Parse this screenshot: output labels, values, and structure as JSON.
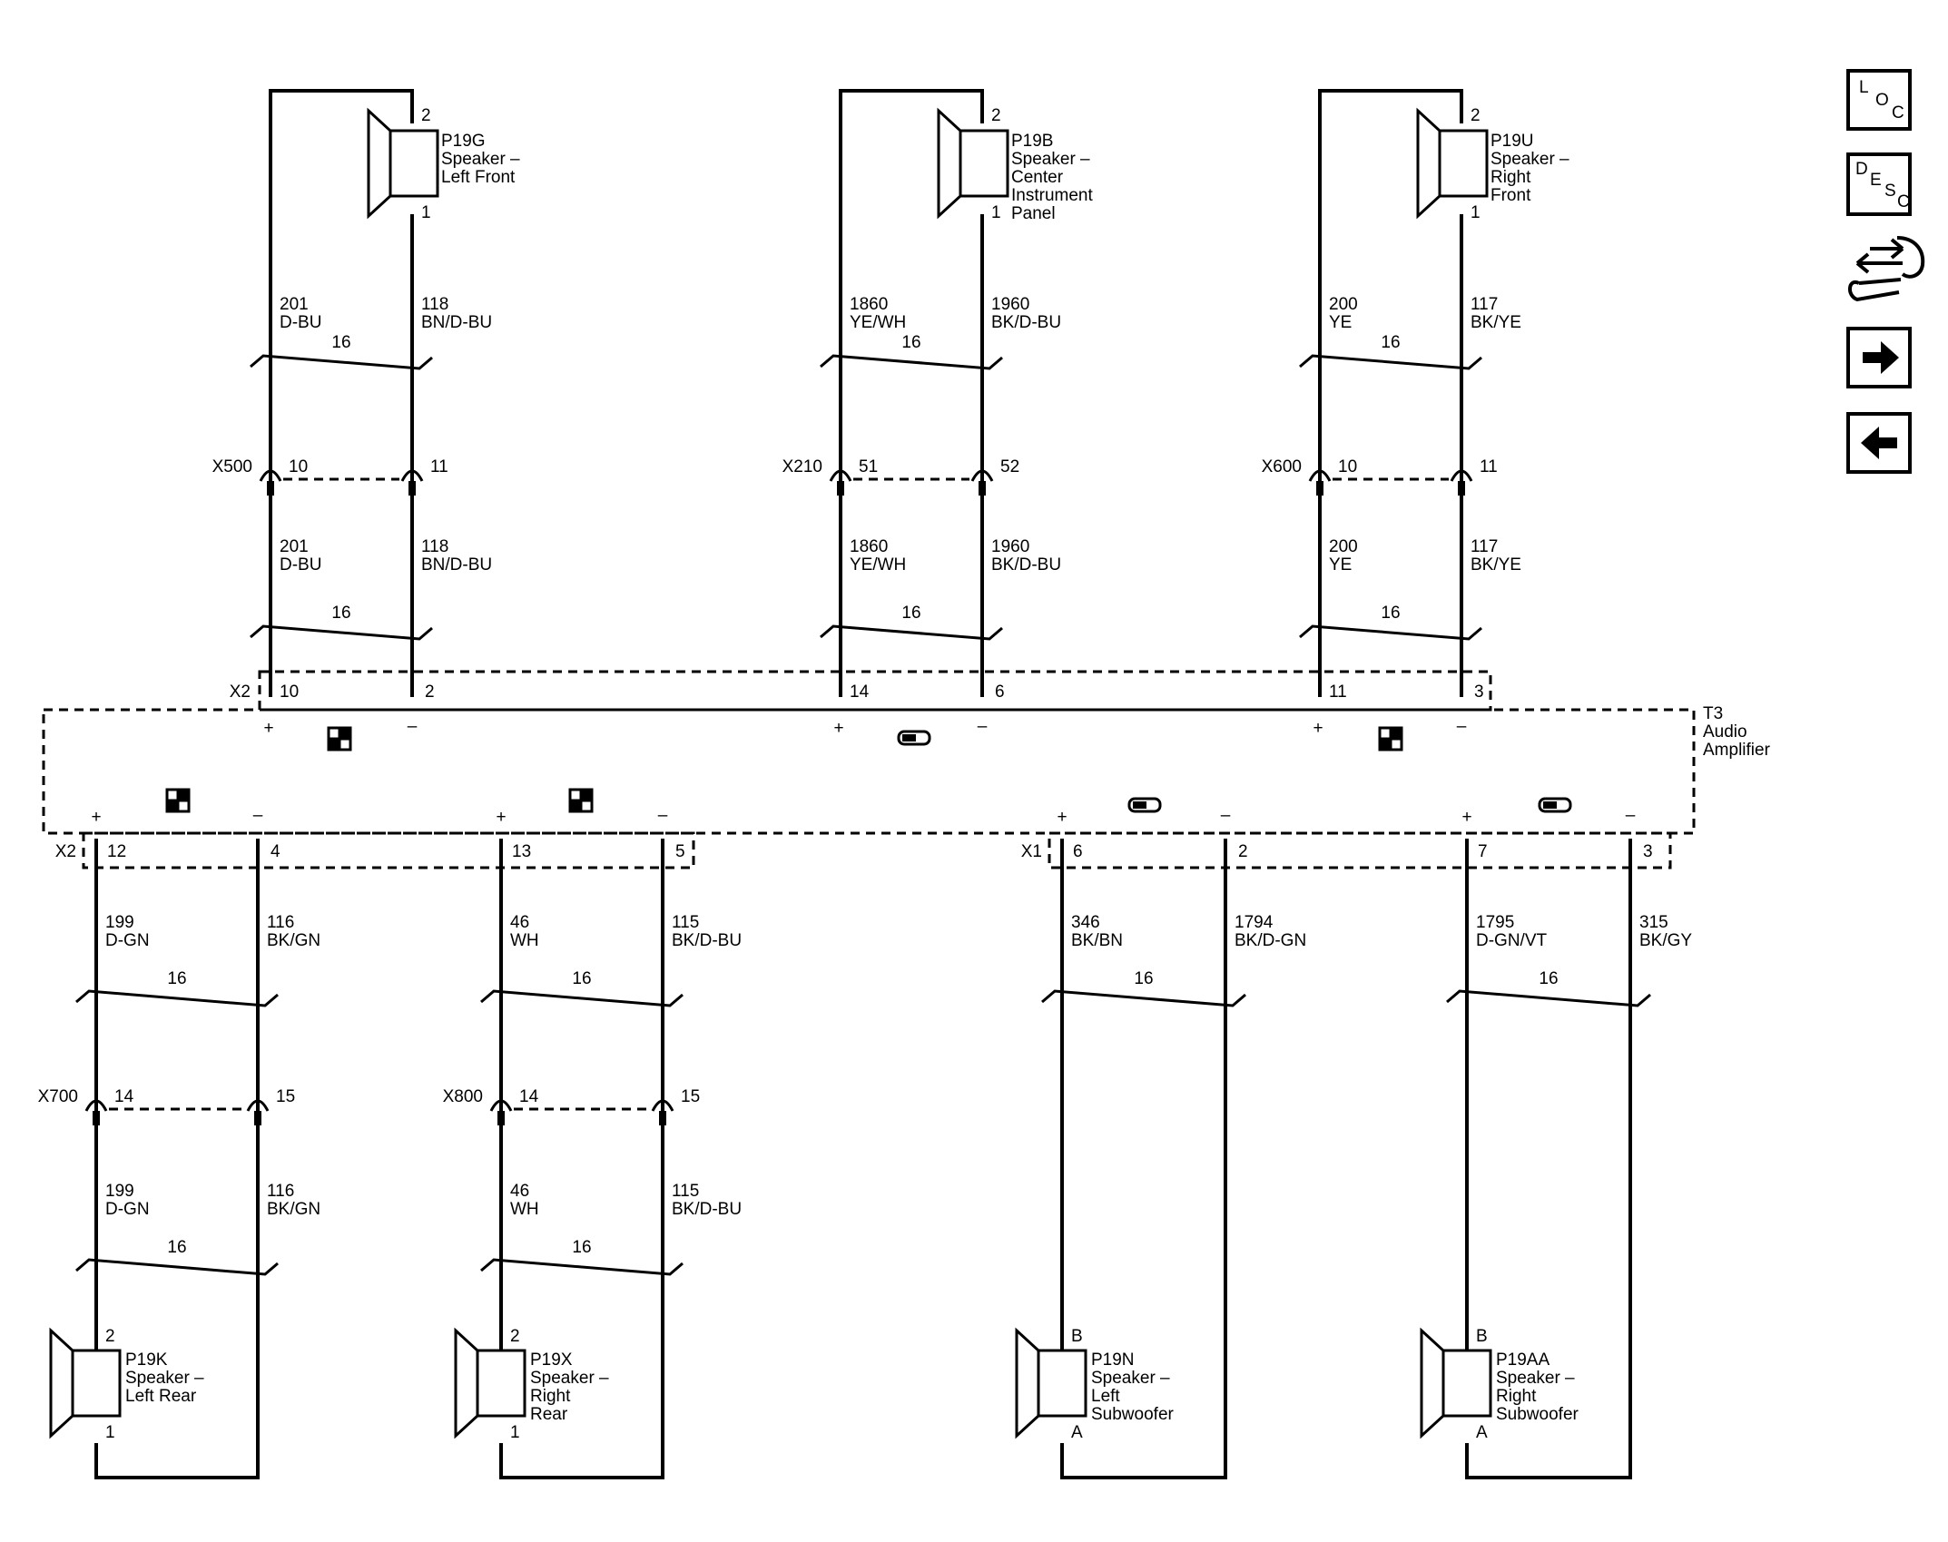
{
  "top_speakers": [
    {
      "id": "P19G",
      "name": [
        "Speaker –",
        "Left Front"
      ],
      "pin_top": "2",
      "pin_bot": "1",
      "upper_left": {
        "circuit": "201",
        "color": "D-BU"
      },
      "upper_right": {
        "circuit": "118",
        "color": "BN/D-BU"
      },
      "gauge_upper": "16",
      "connector": "X500",
      "conn_pin_left": "10",
      "conn_pin_right": "11",
      "lower_left": {
        "circuit": "201",
        "color": "D-BU"
      },
      "lower_right": {
        "circuit": "118",
        "color": "BN/D-BU"
      },
      "gauge_lower": "16",
      "amp_pin_left": "10",
      "amp_pin_right": "2"
    },
    {
      "id": "P19B",
      "name": [
        "Speaker –",
        "Center",
        "Instrument",
        "Panel"
      ],
      "pin_top": "2",
      "pin_bot": "1",
      "upper_left": {
        "circuit": "1860",
        "color": "YE/WH"
      },
      "upper_right": {
        "circuit": "1960",
        "color": "BK/D-BU"
      },
      "gauge_upper": "16",
      "connector": "X210",
      "conn_pin_left": "51",
      "conn_pin_right": "52",
      "lower_left": {
        "circuit": "1860",
        "color": "YE/WH"
      },
      "lower_right": {
        "circuit": "1960",
        "color": "BK/D-BU"
      },
      "gauge_lower": "16",
      "amp_pin_left": "14",
      "amp_pin_right": "6"
    },
    {
      "id": "P19U",
      "name": [
        "Speaker –",
        "Right",
        "Front"
      ],
      "pin_top": "2",
      "pin_bot": "1",
      "upper_left": {
        "circuit": "200",
        "color": "YE"
      },
      "upper_right": {
        "circuit": "117",
        "color": "BK/YE"
      },
      "gauge_upper": "16",
      "connector": "X600",
      "conn_pin_left": "10",
      "conn_pin_right": "11",
      "lower_left": {
        "circuit": "200",
        "color": "YE"
      },
      "lower_right": {
        "circuit": "117",
        "color": "BK/YE"
      },
      "gauge_lower": "16",
      "amp_pin_left": "11",
      "amp_pin_right": "3"
    }
  ],
  "amplifier": {
    "id": "T3",
    "name": [
      "Audio",
      "Amplifier"
    ],
    "top_connector": "X2",
    "bottom_connectors": [
      "X2",
      "X1"
    ],
    "plus": "+",
    "minus": "–"
  },
  "bottom_speakers": [
    {
      "id": "P19K",
      "name": [
        "Speaker –",
        "Left Rear"
      ],
      "pin_top": "2",
      "pin_bot": "1",
      "amp_pin_left": "12",
      "amp_pin_right": "4",
      "upper_left": {
        "circuit": "199",
        "color": "D-GN"
      },
      "upper_right": {
        "circuit": "116",
        "color": "BK/GN"
      },
      "gauge_upper": "16",
      "connector": "X700",
      "conn_pin_left": "14",
      "conn_pin_right": "15",
      "lower_left": {
        "circuit": "199",
        "color": "D-GN"
      },
      "lower_right": {
        "circuit": "116",
        "color": "BK/GN"
      },
      "gauge_lower": "16"
    },
    {
      "id": "P19X",
      "name": [
        "Speaker –",
        "Right",
        "Rear"
      ],
      "pin_top": "2",
      "pin_bot": "1",
      "amp_pin_left": "13",
      "amp_pin_right": "5",
      "upper_left": {
        "circuit": "46",
        "color": "WH"
      },
      "upper_right": {
        "circuit": "115",
        "color": "BK/D-BU"
      },
      "gauge_upper": "16",
      "connector": "X800",
      "conn_pin_left": "14",
      "conn_pin_right": "15",
      "lower_left": {
        "circuit": "46",
        "color": "WH"
      },
      "lower_right": {
        "circuit": "115",
        "color": "BK/D-BU"
      },
      "gauge_lower": "16"
    },
    {
      "id": "P19N",
      "name": [
        "Speaker –",
        "Left",
        "Subwoofer"
      ],
      "pin_top": "B",
      "pin_bot": "A",
      "amp_pin_left": "6",
      "amp_pin_right": "2",
      "upper_left": {
        "circuit": "346",
        "color": "BK/BN"
      },
      "upper_right": {
        "circuit": "1794",
        "color": "BK/D-GN"
      },
      "gauge_upper": "16"
    },
    {
      "id": "P19AA",
      "name": [
        "Speaker –",
        "Right",
        "Subwoofer"
      ],
      "pin_top": "B",
      "pin_bot": "A",
      "amp_pin_left": "7",
      "amp_pin_right": "3",
      "upper_left": {
        "circuit": "1795",
        "color": "D-GN/VT"
      },
      "upper_right": {
        "circuit": "315",
        "color": "BK/GY"
      },
      "gauge_upper": "16"
    }
  ],
  "nav": {
    "loc": [
      "L",
      "O",
      "C"
    ],
    "desc": [
      "D",
      "E",
      "S",
      "C"
    ]
  }
}
